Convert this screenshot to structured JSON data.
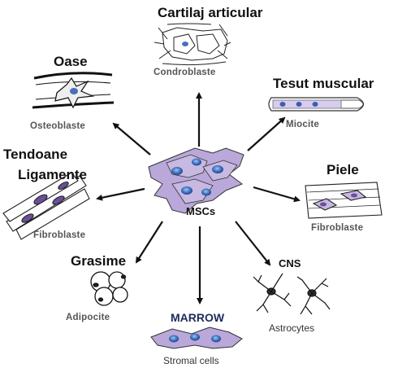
{
  "center": {
    "label": "MSCs"
  },
  "targets": {
    "cartilage": {
      "title": "Cartilaj articular",
      "cell": "Condroblaste"
    },
    "bone": {
      "title": "Oase",
      "cell": "Osteoblaste"
    },
    "muscle": {
      "title": "Tesut muscular",
      "cell": "Miocite"
    },
    "tendon": {
      "title_line1": "Tendoane",
      "title_line2": "Ligamente",
      "cell": "Fibroblaste"
    },
    "skin": {
      "title": "Piele",
      "cell": "Fibroblaste"
    },
    "fat": {
      "title": "Grasime",
      "cell": "Adipocite"
    },
    "cns": {
      "title": "CNS",
      "cell": "Astrocytes"
    },
    "marrow": {
      "title": "MARROW",
      "cell": "Stromal cells"
    }
  },
  "colors": {
    "cell_fill": "#b9a8d9",
    "nucleus": "#3a5fb0",
    "nucleus_light": "#7fb0e6",
    "line": "#111111"
  }
}
